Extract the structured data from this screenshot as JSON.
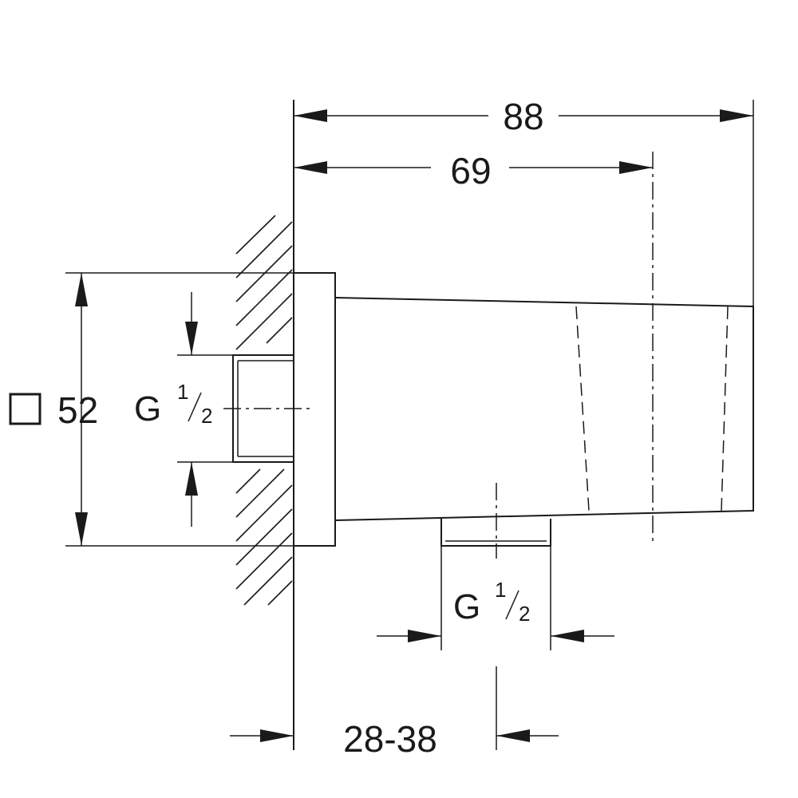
{
  "dimensions": {
    "overall_length": "88",
    "to_holder_center": "69",
    "square_size": "52",
    "wall_offset": "28-38"
  },
  "threads": {
    "inlet": {
      "letter": "G",
      "numerator": "1",
      "denominator": "2"
    },
    "outlet": {
      "letter": "G",
      "numerator": "1",
      "denominator": "2"
    }
  },
  "symbols": {
    "square": "square-section-icon"
  },
  "colors": {
    "line": "#1a1a1a",
    "background": "#ffffff"
  }
}
